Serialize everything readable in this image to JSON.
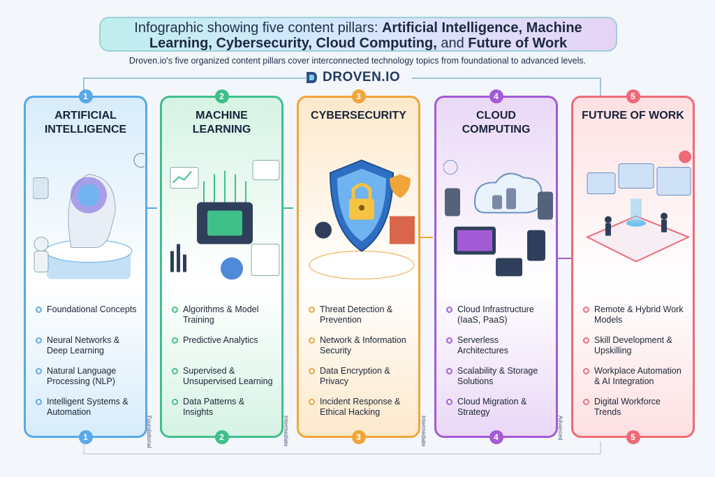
{
  "header": {
    "title_prefix": "Infographic showing five content pillars: ",
    "title_line1_bold": "Artificial Intelligence, Machine",
    "title_line2_bold": "Learning, Cybersecurity, Cloud Computing,",
    "title_and": " and ",
    "title_last_bold": "Future of Work",
    "subtitle": "Droven.io's five organized content pillars cover interconnected technology topics from foundational to advanced levels.",
    "brand": "DROVEN.IO"
  },
  "pillars": [
    {
      "number": "1",
      "title": "ARTIFICIAL INTELLIGENCE",
      "items": [
        "Foundational Concepts",
        "Neural Networks & Deep Learning",
        "Natural Language Processing (NLP)",
        "Intelligent Systems & Automation"
      ],
      "level": "",
      "color": "#5aa8e6",
      "bg": "#d7ecfb",
      "icon": "robot-head-icon"
    },
    {
      "number": "2",
      "title": "MACHINE LEARNING",
      "items": [
        "Algorithms & Model Training",
        "Predictive Analytics",
        "Supervised & Unsupervised Learning",
        "Data Patterns & Insights"
      ],
      "level": "Foundational",
      "color": "#3fbf8a",
      "bg": "#d6f3e5",
      "icon": "chip-icon"
    },
    {
      "number": "3",
      "title": "CYBERSECURITY",
      "items": [
        "Threat Detection & Prevention",
        "Network & Information Security",
        "Data Encryption & Privacy",
        "Incident Response & Ethical Hacking"
      ],
      "level": "Intermediate",
      "color": "#f0a53a",
      "bg": "#fde9cc",
      "icon": "shield-lock-icon"
    },
    {
      "number": "4",
      "title": "CLOUD COMPUTING",
      "items": [
        "Cloud Infrastructure (IaaS, PaaS)",
        "Serverless Architectures",
        "Scalability & Storage Solutions",
        "Cloud Migration & Strategy"
      ],
      "level": "Intermediate",
      "color": "#a35bd6",
      "bg": "#ead8f7",
      "icon": "cloud-icon"
    },
    {
      "number": "5",
      "title": "FUTURE OF WORK",
      "items": [
        "Remote & Hybrid Work Models",
        "Skill Development & Upskilling",
        "Workplace Automation & AI Integration",
        "Digital Workforce Trends"
      ],
      "level": "Advanced",
      "color": "#ee6a78",
      "bg": "#fde0e2",
      "icon": "office-icon"
    }
  ]
}
